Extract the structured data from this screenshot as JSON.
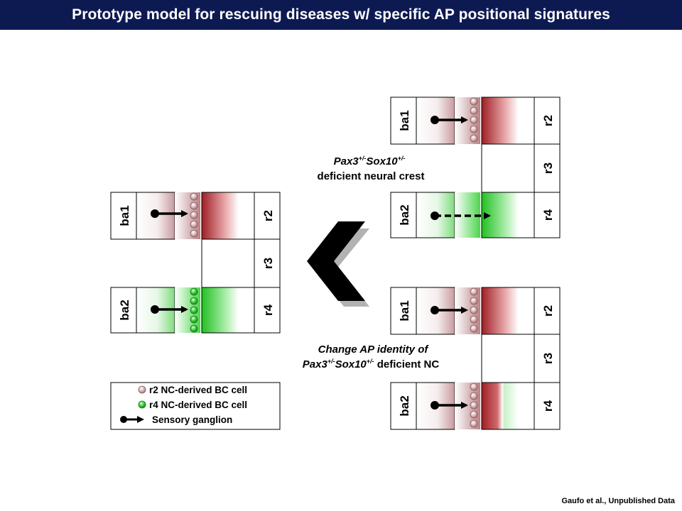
{
  "title": "Prototype model for rescuing diseases w/ specific AP positional signatures",
  "labels": {
    "ba1": "ba1",
    "ba2": "ba2",
    "r2": "r2",
    "r3": "r3",
    "r4": "r4"
  },
  "captions": {
    "top_line1_a": "Pax3",
    "top_line1_sup_a": "+/-",
    "top_line1_b": "Sox10",
    "top_line1_sup_b": "+/-",
    "top_line2": "deficient neural crest",
    "bottom_line1": "Change AP identity of",
    "bottom_line2_a": "Pax3",
    "bottom_line2_sup_a": "+/-",
    "bottom_line2_b": "Sox10",
    "bottom_line2_sup_b": "+/-",
    "bottom_line2_c": " deficient NC"
  },
  "legend": {
    "items": [
      {
        "label": "r2 NC-derived BC cell",
        "icon": "pink-circle"
      },
      {
        "label": "r4 NC-derived BC cell",
        "icon": "green-circle"
      },
      {
        "label": "Sensory ganglion",
        "icon": "ganglion-arrow"
      }
    ]
  },
  "credit": "Gaufo et al., Unpublished Data",
  "colors": {
    "title_bg": "#0d1a52",
    "r2_red": "#b22a30",
    "r4_green": "#28c628",
    "pink_cell": "#c9a3a6",
    "green_cell": "#3ad43a"
  }
}
